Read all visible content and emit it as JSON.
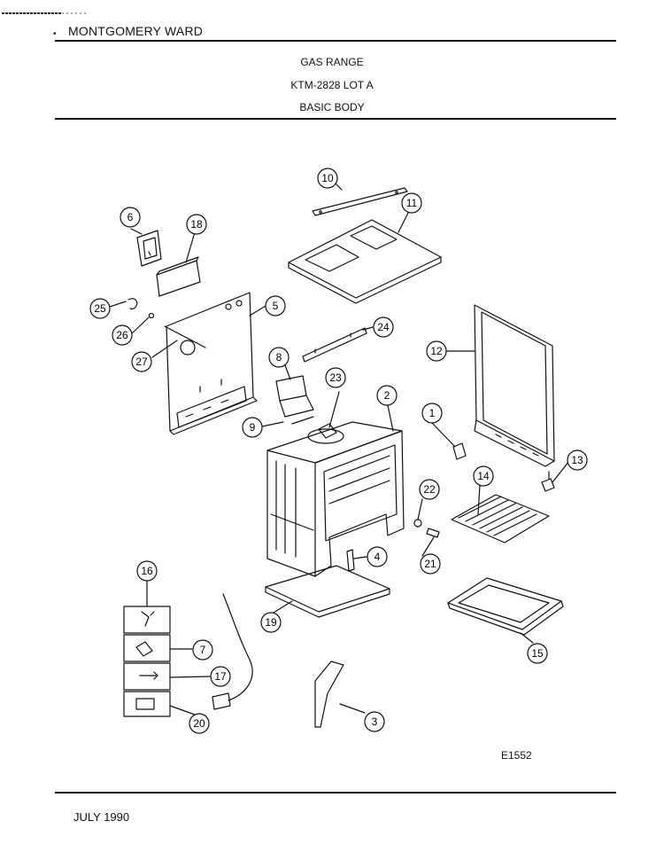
{
  "header": {
    "brand": "MONTGOMERY WARD",
    "product": "GAS RANGE",
    "model": "KTM-2828 LOT A",
    "section": "BASIC BODY"
  },
  "diagram": {
    "callouts": [
      "1",
      "2",
      "3",
      "4",
      "5",
      "6",
      "7",
      "8",
      "9",
      "10",
      "11",
      "12",
      "13",
      "14",
      "15",
      "16",
      "17",
      "18",
      "19",
      "20",
      "21",
      "22",
      "23",
      "24",
      "25",
      "26",
      "27"
    ]
  },
  "footer": {
    "drawing_id": "E1552",
    "date": "JULY 1990"
  }
}
